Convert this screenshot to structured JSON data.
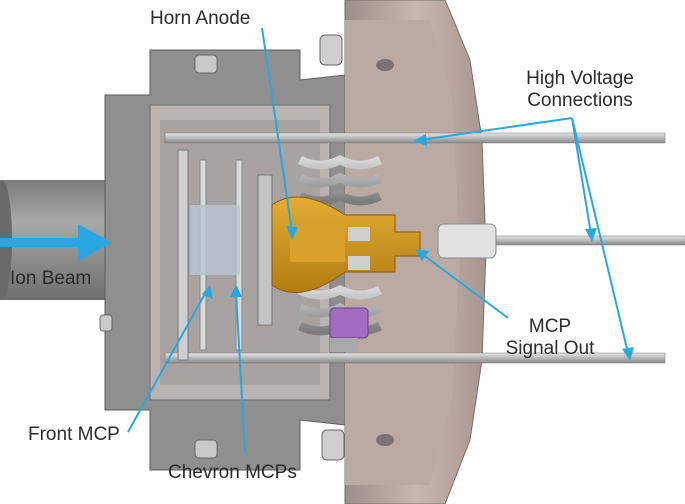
{
  "labels": {
    "horn_anode": "Horn Anode",
    "hv_line1": "High Voltage",
    "hv_line2": "Connections",
    "ion_beam": "Ion Beam",
    "mcp_line1": "MCP",
    "mcp_line2": "Signal Out",
    "front_mcp": "Front MCP",
    "chevron_mcps": "Chevron MCPs"
  },
  "colors": {
    "annotation": "#2aa7e0",
    "body_metal": "#8f8f8f",
    "flange_metal": "#b5a29c",
    "horn_anode": "#c9921a",
    "insulator": "#a46cc0",
    "text": "#2b2b2b"
  }
}
